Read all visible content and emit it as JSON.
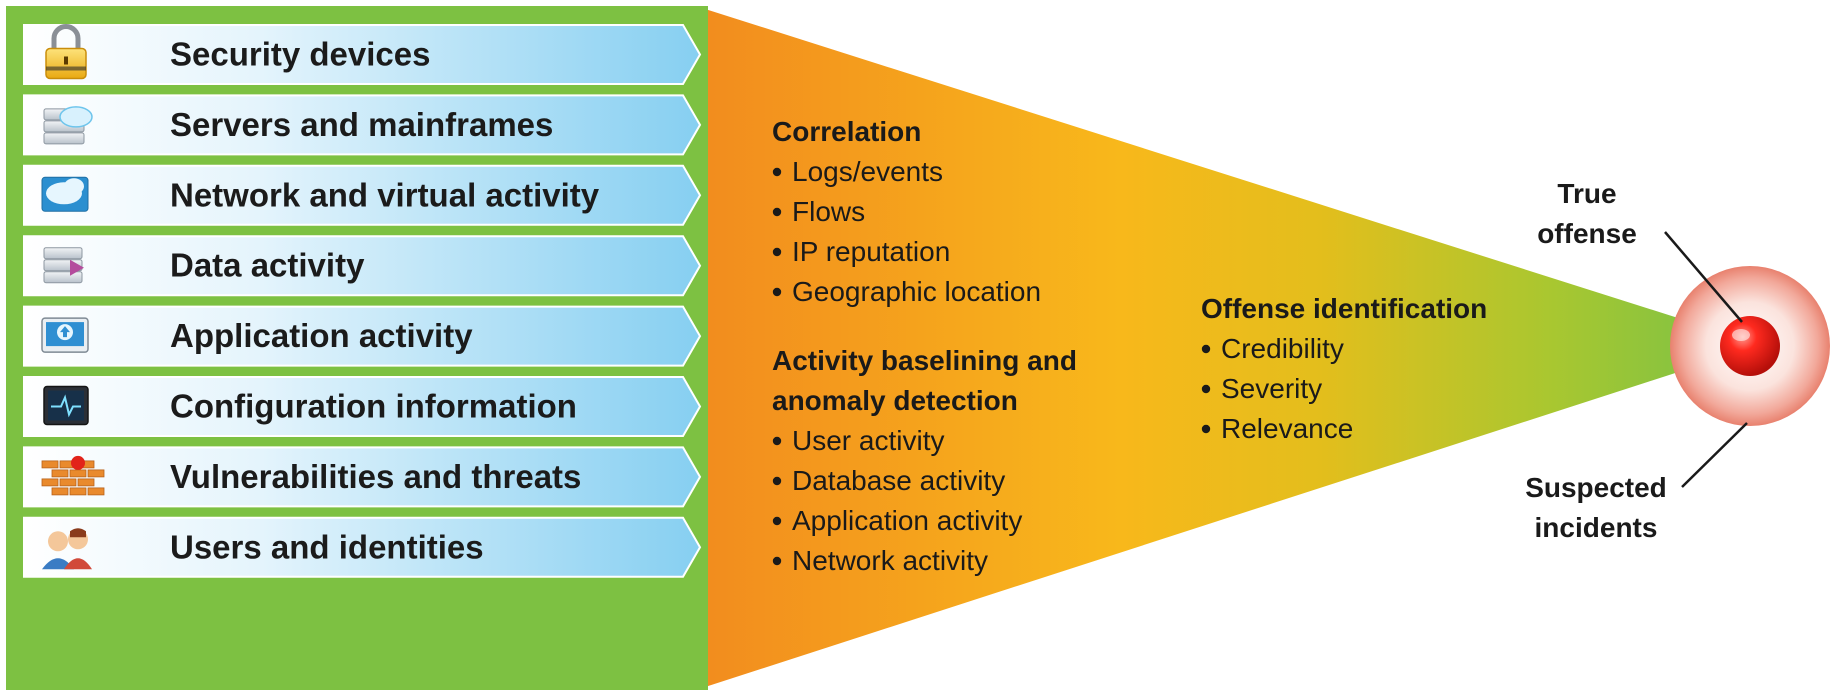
{
  "sources": [
    {
      "label": "Security devices",
      "icon": "padlock-icon"
    },
    {
      "label": "Servers and mainframes",
      "icon": "server-cloud-icon"
    },
    {
      "label": "Network and virtual activity",
      "icon": "network-cloud-icon"
    },
    {
      "label": "Data activity",
      "icon": "database-icon"
    },
    {
      "label": "Application activity",
      "icon": "application-window-icon"
    },
    {
      "label": "Configuration information",
      "icon": "monitor-pulse-icon"
    },
    {
      "label": "Vulnerabilities and threats",
      "icon": "firewall-icon"
    },
    {
      "label": "Users and identities",
      "icon": "users-icon"
    }
  ],
  "funnel": {
    "correlation": {
      "heading": "Correlation",
      "items": [
        "Logs/events",
        "Flows",
        "IP reputation",
        "Geographic location"
      ]
    },
    "baselining": {
      "heading_line1": "Activity baselining and",
      "heading_line2": "anomaly detection",
      "items": [
        "User activity",
        "Database activity",
        "Application activity",
        "Network activity"
      ]
    },
    "offense": {
      "heading": "Offense identification",
      "items": [
        "Credibility",
        "Severity",
        "Relevance"
      ]
    }
  },
  "target": {
    "true_offense_line1": "True",
    "true_offense_line2": "offense",
    "suspected_line1": "Suspected",
    "suspected_line2": "incidents"
  },
  "colors": {
    "green_border": "#7dc142",
    "source_bar_start": "#ffffff",
    "source_bar_end": "#8fd3f3",
    "funnel_orange": "#f28c1e",
    "funnel_yellow": "#f8b81b",
    "funnel_green": "#8cc63e",
    "target_red": "#e2231a"
  }
}
